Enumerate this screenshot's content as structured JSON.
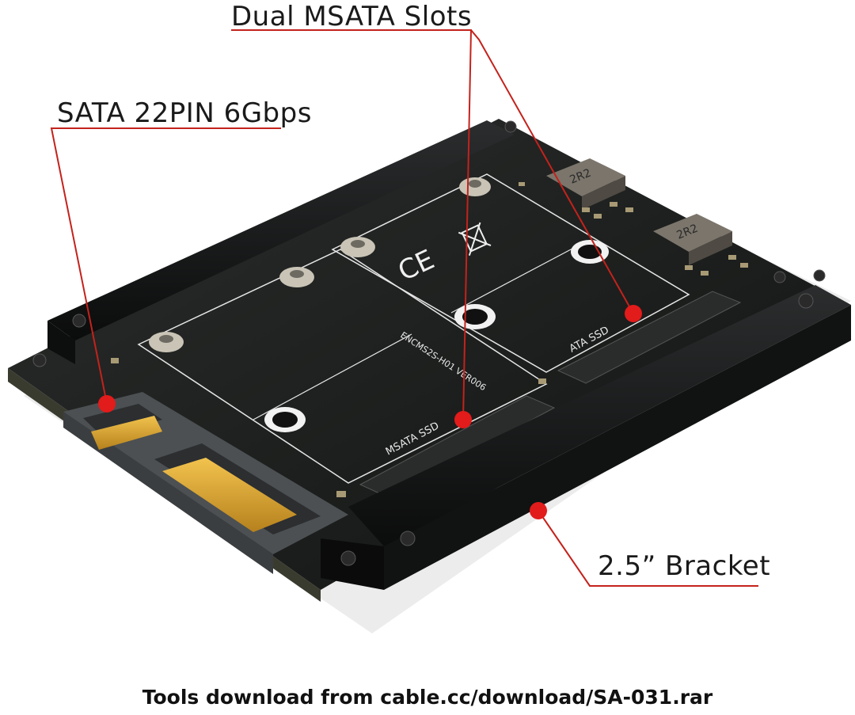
{
  "callouts": {
    "msata_slots": "Dual MSATA Slots",
    "sata_connector": "SATA 22PIN 6Gbps",
    "bracket": "2.5”  Bracket"
  },
  "footer": {
    "text": "Tools download from cable.cc/download/SA-031.rar"
  },
  "board_markings": {
    "slot1": "MSATA SSD",
    "slot2": "ATA SSD",
    "model": "ENCMS2S-H01 VER006",
    "ce": "CE",
    "inductor": "2R2"
  },
  "colors": {
    "callout_line": "#c4221c",
    "callout_dot": "#e21b1b",
    "pcb": "#1c1e1d",
    "bracket": "#141515",
    "gold_pins": "#d9a632"
  }
}
